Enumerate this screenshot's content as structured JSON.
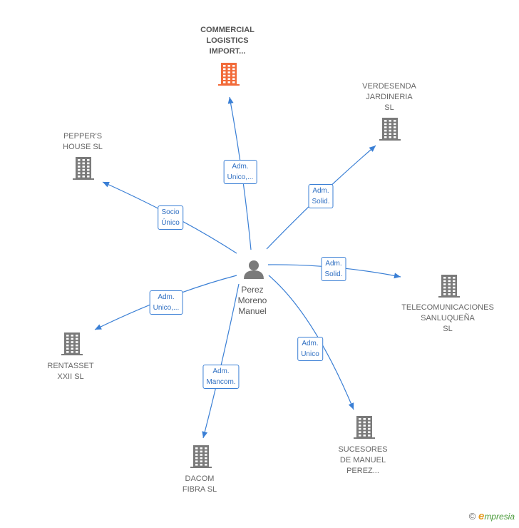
{
  "colors": {
    "edge": "#3a7fd5",
    "building": "#7a7a7a",
    "building_main": "#f26b3a",
    "person": "#7a7a7a"
  },
  "person": {
    "label": "Perez\nMoreno\nManuel"
  },
  "nodes": [
    {
      "id": "commercial",
      "label": "COMMERCIAL\nLOGISTICS\nIMPORT...",
      "main": true
    },
    {
      "id": "verdesenda",
      "label": "VERDESENDA\nJARDINERIA\nSL"
    },
    {
      "id": "peppers",
      "label": "PEPPER'S\nHOUSE SL"
    },
    {
      "id": "telecom",
      "label": "TELECOMUNICACIONES\nSANLUQUEÑA\nSL"
    },
    {
      "id": "rentasset",
      "label": "RENTASSET\nXXII  SL"
    },
    {
      "id": "sucesores",
      "label": "SUCESORES\nDE MANUEL\nPEREZ..."
    },
    {
      "id": "dacom",
      "label": "DACOM\nFIBRA  SL"
    }
  ],
  "edges": [
    {
      "to": "commercial",
      "label": "Adm.\nUnico,..."
    },
    {
      "to": "verdesenda",
      "label": "Adm.\nSolid."
    },
    {
      "to": "peppers",
      "label": "Socio\nÚnico"
    },
    {
      "to": "telecom",
      "label": "Adm.\nSolid."
    },
    {
      "to": "rentasset",
      "label": "Adm.\nUnico,..."
    },
    {
      "to": "sucesores",
      "label": "Adm.\nUnico"
    },
    {
      "to": "dacom",
      "label": "Adm.\nMancom."
    }
  ],
  "footer": {
    "copyright": "©",
    "brand_e": "e",
    "brand_rest": "mpresia"
  }
}
